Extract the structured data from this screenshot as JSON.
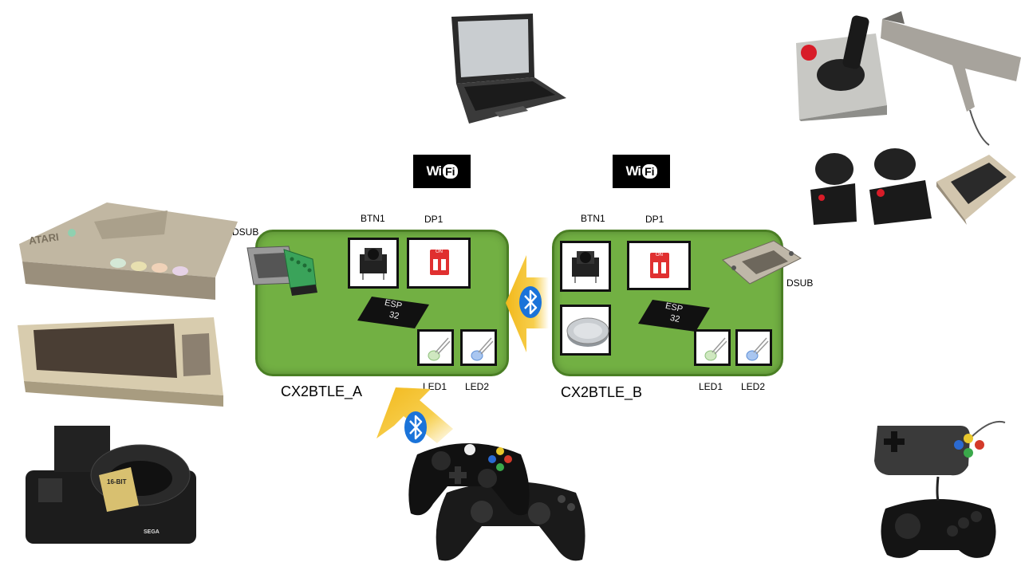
{
  "boards": {
    "a": {
      "name": "CX2BTLE_A",
      "btn": "BTN1",
      "dp": "DP1",
      "dsub": "DSUB",
      "led1": "LED1",
      "led2": "LED2",
      "chip_line1": "ESP",
      "chip_line2": "32"
    },
    "b": {
      "name": "CX2BTLE_B",
      "btn": "BTN1",
      "dp": "DP1",
      "dsub": "DSUB",
      "led1": "LED1",
      "led2": "LED2",
      "chip_line1": "ESP",
      "chip_line2": "32"
    }
  },
  "wifi": {
    "w": "Wi",
    "fi": "Fi"
  },
  "dip_label": "ON",
  "console_text": {
    "atari": "ATARI",
    "genesis": "16-BIT",
    "sega": "SEGA"
  },
  "colors": {
    "board": "#72b043",
    "board_border": "#4a7f24",
    "arrow": "#f2b81b",
    "bluetooth": "#1a73d9"
  }
}
